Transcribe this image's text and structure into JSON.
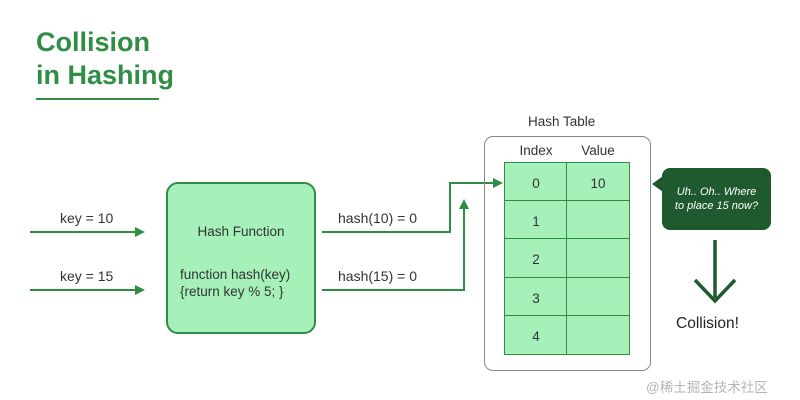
{
  "title": {
    "line1": "Collision",
    "line2": "in Hashing"
  },
  "inputs": {
    "key1": "key = 10",
    "key2": "key = 15"
  },
  "hash_function": {
    "title": "Hash Function",
    "code_line1": "function hash(key)",
    "code_line2": "{return key % 5; }"
  },
  "outputs": {
    "out1": "hash(10) = 0",
    "out2": "hash(15) = 0"
  },
  "hash_table": {
    "caption": "Hash Table",
    "headers": {
      "index": "Index",
      "value": "Value"
    },
    "rows": [
      {
        "index": "0",
        "value": "10"
      },
      {
        "index": "1",
        "value": ""
      },
      {
        "index": "2",
        "value": ""
      },
      {
        "index": "3",
        "value": ""
      },
      {
        "index": "4",
        "value": ""
      }
    ]
  },
  "speech_bubble": {
    "line1": "Uh.. Oh.. Where",
    "line2": "to place 15 now?"
  },
  "collision_label": "Collision!",
  "watermark": "@稀土掘金技术社区",
  "colors": {
    "brand_green": "#2f8d46",
    "light_green": "#a6f0b9",
    "dark_green": "#1f5a2e"
  }
}
